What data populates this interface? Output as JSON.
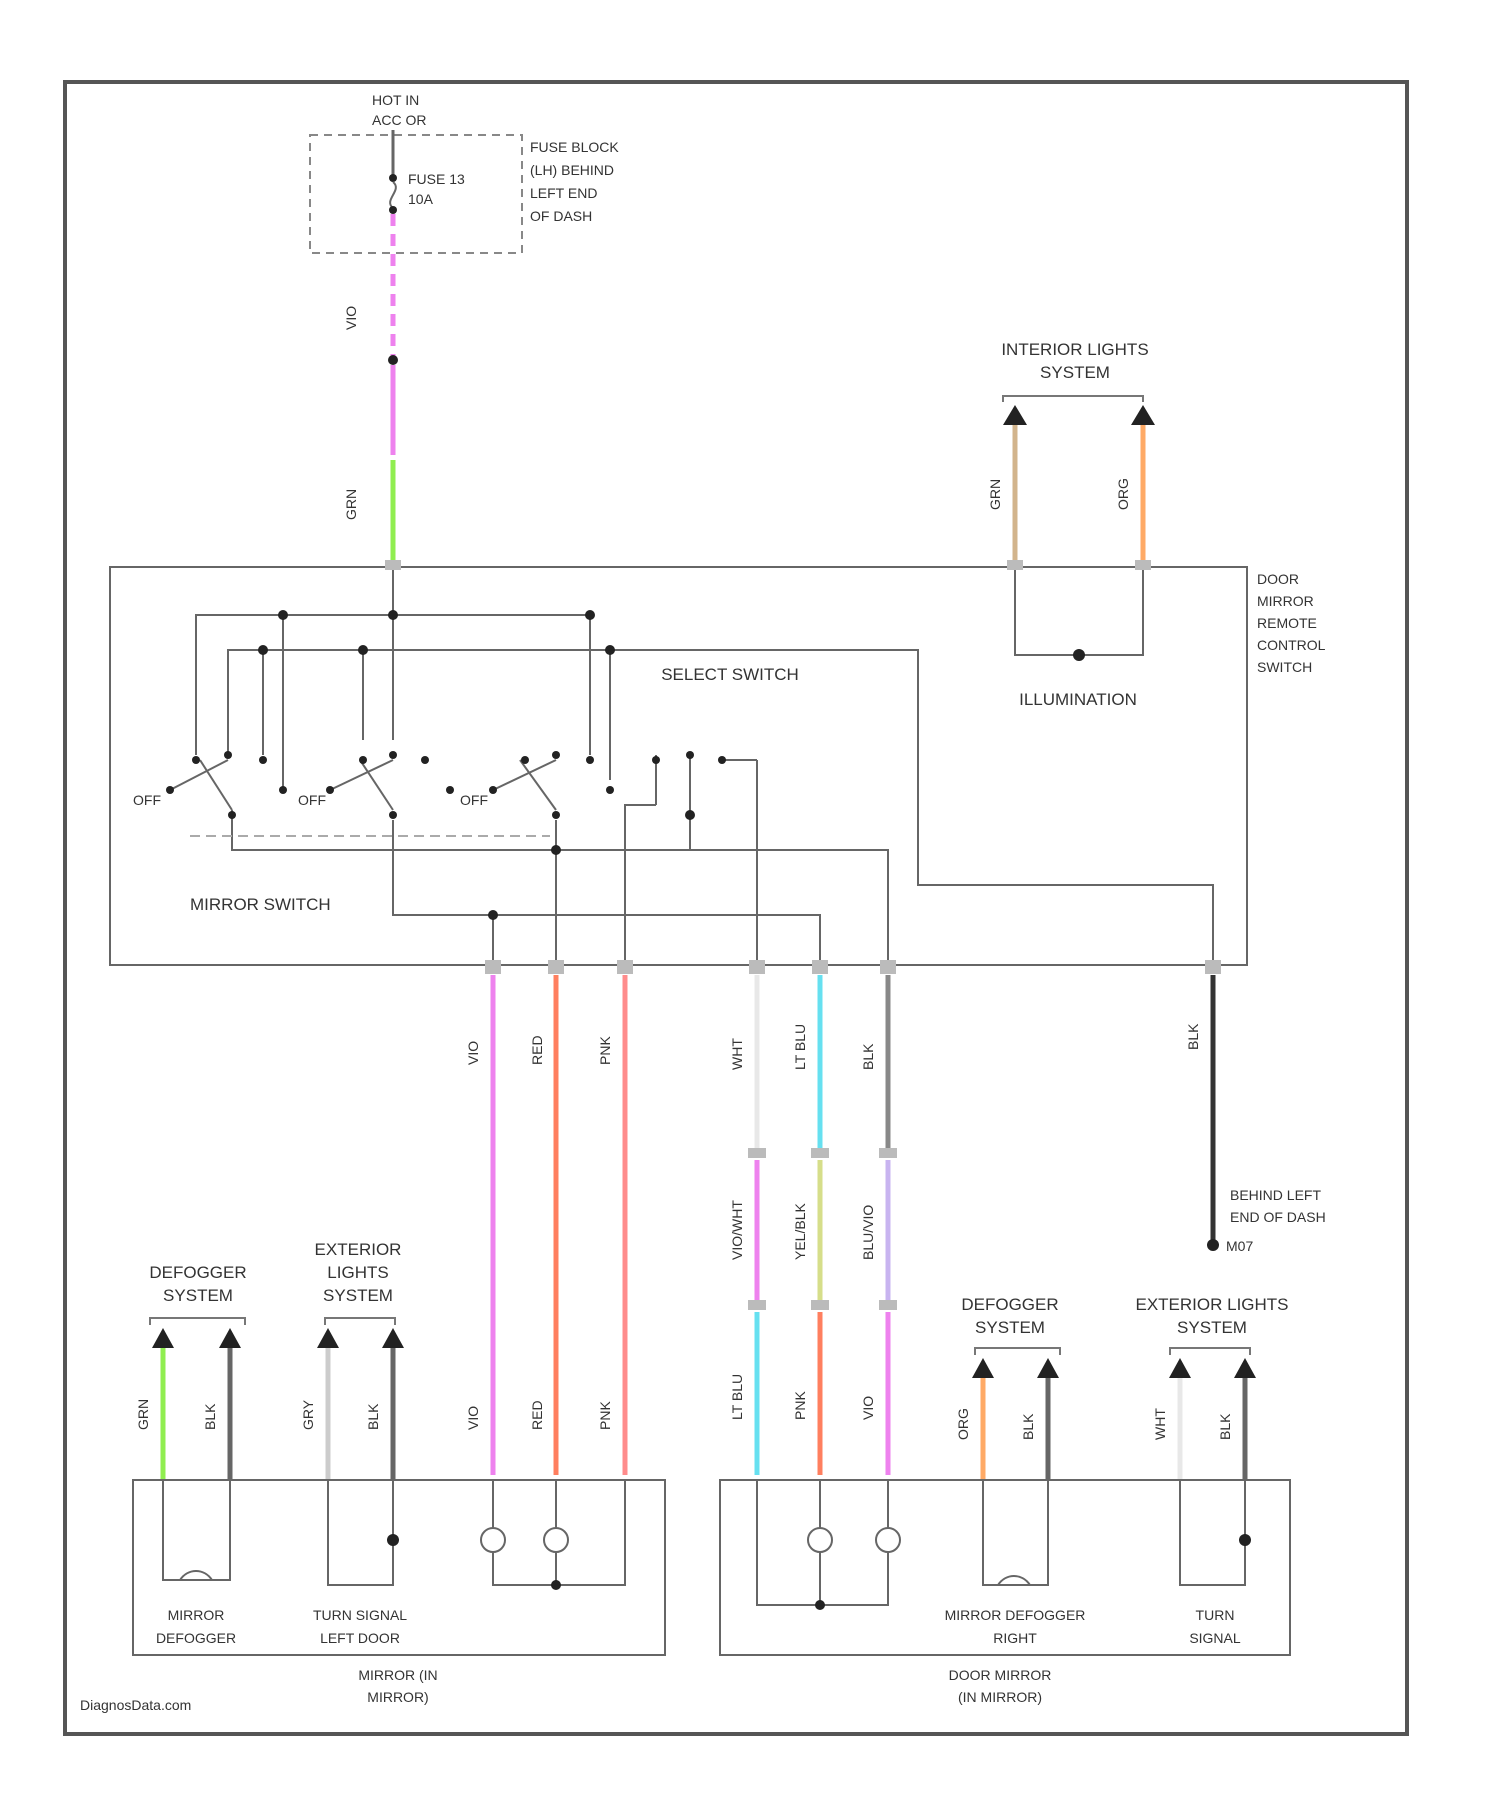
{
  "colors": {
    "frame": "#555555",
    "line": "#666666",
    "dark": "#222222",
    "violet": "#ee82ee",
    "pink": "#ff8c8c",
    "red": "#ff7f5f",
    "green": "#90ee50",
    "light_blue": "#66e0f0",
    "orange": "#ffaa66",
    "tan": "#d2b48c",
    "gray": "#888888",
    "black": "#333333",
    "white_wire": "#e8e8e8",
    "yellow_black": "#d6de8a",
    "blue_violet": "#c8b4f0"
  },
  "labels": {
    "power": [
      "HOT IN",
      "ACC OR"
    ],
    "fuse": [
      "FUSE 13",
      "10A"
    ],
    "fuse_block": [
      "FUSE BLOCK",
      "(LH) BEHIND",
      "LEFT END",
      "OF DASH"
    ],
    "interior_lights": [
      "INTERIOR LIGHTS",
      "SYSTEM"
    ],
    "door_mirror_switch": [
      "DOOR",
      "MIRROR",
      "REMOTE",
      "CONTROL",
      "SWITCH"
    ],
    "select_switch": "SELECT SWITCH",
    "illumination": "ILLUMINATION",
    "mirror_switch": "MIRROR SWITCH",
    "off": "OFF",
    "ground": [
      "BEHIND LEFT",
      "END OF DASH"
    ],
    "ground_id": "M07",
    "defogger_left": [
      "DEFOGGER",
      "SYSTEM"
    ],
    "exterior_left": [
      "EXTERIOR",
      "LIGHTS",
      "SYSTEM"
    ],
    "defogger_right": [
      "DEFOGGER",
      "SYSTEM"
    ],
    "exterior_right": [
      "EXTERIOR LIGHTS",
      "SYSTEM"
    ],
    "mirror_defogger_left": [
      "MIRROR",
      "DEFOGGER"
    ],
    "turn_signal_left": [
      "TURN SIGNAL",
      "LEFT DOOR"
    ],
    "mirror_left_box": [
      "MIRROR (IN",
      "MIRROR)"
    ],
    "mirror_defogger_right": [
      "MIRROR DEFOGGER",
      "RIGHT"
    ],
    "turn_signal_right": [
      "TURN",
      "SIGNAL"
    ],
    "door_mirror_right_box": [
      "DOOR MIRROR",
      "(IN MIRROR)"
    ],
    "watermark": "DiagnosData.com"
  },
  "wires": {
    "top_vio": "VIO",
    "top_grn": "GRN",
    "int_grn": "GRN",
    "int_org": "ORG",
    "vio": "VIO",
    "red": "RED",
    "pnk": "PNK",
    "wht": "WHT",
    "ltblu": "LT BLU",
    "blk": "BLK",
    "gnd_blk": "BLK",
    "vio_wht": "VIO/WHT",
    "yel_blk": "YEL/BLK",
    "blu_vio": "BLU/VIO",
    "low_ltblu": "LT BLU",
    "low_pnk": "PNK",
    "low_vio": "VIO",
    "l_grn": "GRN",
    "l_blk1": "BLK",
    "l_gry": "GRY",
    "l_blk2": "BLK",
    "l_vio": "VIO",
    "l_red": "RED",
    "l_pnk": "PNK",
    "r_org": "ORG",
    "r_blk1": "BLK",
    "r_wht": "WHT",
    "r_blk2": "BLK"
  }
}
